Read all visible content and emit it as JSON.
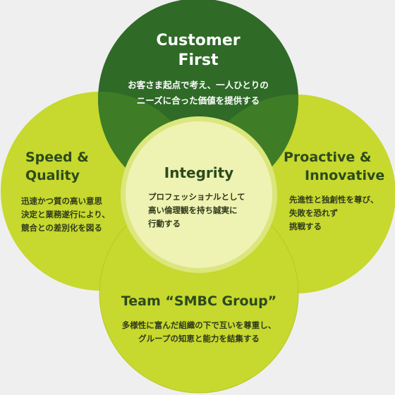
{
  "colors": {
    "top_circle": "#2f6a27",
    "outer_circles": "#c7d82e",
    "center_fill": "#eef2b0",
    "center_ring": "#d9e77c",
    "overlap": "#8aaa1e"
  },
  "top": {
    "title_line1": "Customer",
    "title_line2": "First",
    "desc_line1": "お客さま起点で考え、一人ひとりの",
    "desc_line2": "ニーズに合った価値を提供する"
  },
  "left": {
    "title_line1": "Speed &",
    "title_line2": "Quality",
    "desc_line1": "迅速かつ質の高い意思",
    "desc_line2": "決定と業務遂行により、",
    "desc_line3": "競合との差別化を図る"
  },
  "right": {
    "title_line1": "Proactive &",
    "title_line2": "Innovative",
    "desc_line1": "先進性と独創性を尊び、",
    "desc_line2": "失敗を恐れず",
    "desc_line3": "挑戦する"
  },
  "bottom": {
    "title": "Team “SMBC Group”",
    "desc_line1": "多様性に富んだ組織の下で互いを尊重し、",
    "desc_line2": "グループの知恵と能力を結集する"
  },
  "center": {
    "title": "Integrity",
    "desc_line1": "プロフェッショナルとして",
    "desc_line2": "高い倫理観を持ち誠実に",
    "desc_line3": "行動する"
  }
}
